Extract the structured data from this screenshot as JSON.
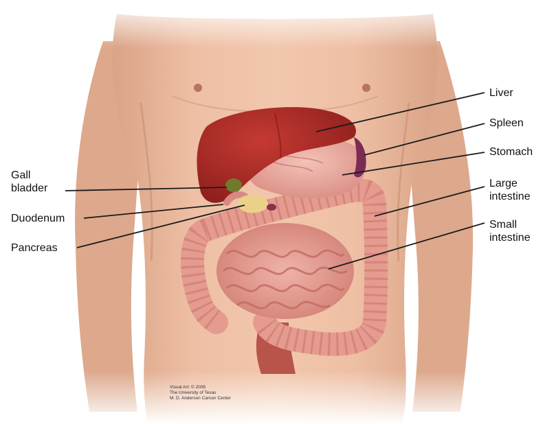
{
  "labels": {
    "liver": "Liver",
    "spleen": "Spleen",
    "stomach": "Stomach",
    "large_intestine": [
      "Large",
      "intestine"
    ],
    "small_intestine": [
      "Small",
      "intestine"
    ],
    "gall_bladder": [
      "Gall",
      "bladder"
    ],
    "duodenum": "Duodenum",
    "pancreas": "Pancreas"
  },
  "credit": [
    "Visual Art: © 2008",
    "The University of Texas",
    "M. D. Anderson Cancer Center"
  ],
  "colors": {
    "skin": "#e9b89c",
    "skin_shadow": "#c88d72",
    "liver": "#a82a25",
    "stomach": "#e6a49a",
    "spleen": "#7b2c55",
    "gall_bladder": "#6f7a2c",
    "pancreas": "#ead18a",
    "intestine": "#e7a196",
    "intestine_shadow": "#c77468",
    "leader_line": "#1a1a1a"
  }
}
